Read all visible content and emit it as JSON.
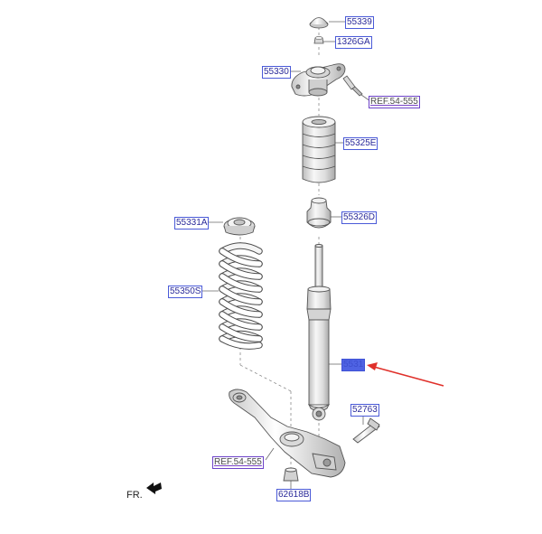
{
  "callouts": {
    "c55339": "55339",
    "c1326ga": "1326GA",
    "c55330": "55330",
    "ref_top": "REF.54-555",
    "c55325e": "55325E",
    "c55326d": "55326D",
    "c55331a": "55331A",
    "c55350s": "55350S",
    "c5531": "5531",
    "c52763": "52763",
    "ref_bottom": "REF.54-555",
    "c62618b": "62618B"
  },
  "direction_label": "FR.",
  "colors": {
    "callout_border": "#4a5ad8",
    "callout_text": "#2a2a9a",
    "ref_border": "#6d43c8",
    "highlight": "#4f63e3",
    "arrow": "#e0302a",
    "part_stroke": "#555555",
    "part_fill": "#efefef"
  },
  "icons": {
    "direction": "front-arrow-icon",
    "pointer": "red-pointer-arrow-icon"
  }
}
